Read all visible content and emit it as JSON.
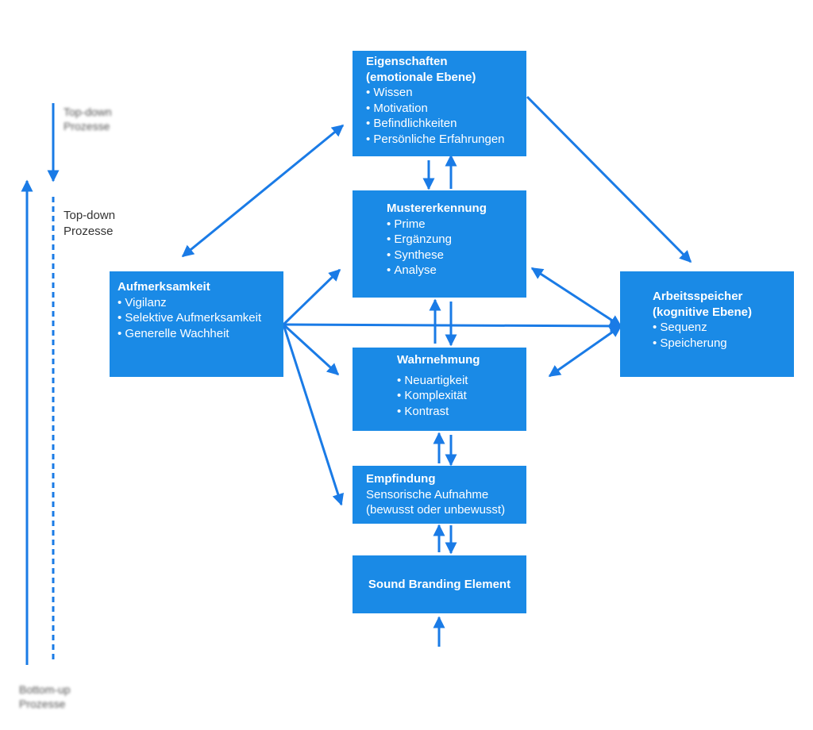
{
  "colors": {
    "box": "#1a8ae6",
    "arrow": "#1a7be6",
    "background": "#ffffff"
  },
  "left_axis": {
    "top_label": "Top-down\nProzesse",
    "middle_label": "Top-down\nProzesse",
    "bottom_label": "Bottom-up\nProzesse"
  },
  "boxes": {
    "eigenschaften": {
      "title": "Eigenschaften\n(emotionale Ebene)",
      "items": [
        "Wissen",
        "Motivation",
        "Befindlichkeiten",
        "Persönliche Erfahrungen"
      ]
    },
    "mustererkennung": {
      "title": "Mustererkennung",
      "items": [
        "Prime",
        "Ergänzung",
        "Synthese",
        "Analyse"
      ]
    },
    "aufmerksamkeit": {
      "title": "Aufmerksamkeit",
      "items": [
        "Vigilanz",
        "Selektive Aufmerksamkeit",
        "Generelle Wachheit"
      ]
    },
    "arbeitsspeicher": {
      "title": "Arbeitsspeicher\n(kognitive Ebene)",
      "items": [
        "Sequenz",
        "Speicherung"
      ]
    },
    "wahrnehmung": {
      "title": "Wahrnehmung",
      "items": [
        "Neuartigkeit",
        "Komplexität",
        "Kontrast"
      ]
    },
    "empfindung": {
      "title": "Empfindung",
      "subtitle": "Sensorische Aufnahme\n(bewusst oder unbewusst)"
    },
    "sound_branding": {
      "title": "Sound Branding Element"
    }
  }
}
